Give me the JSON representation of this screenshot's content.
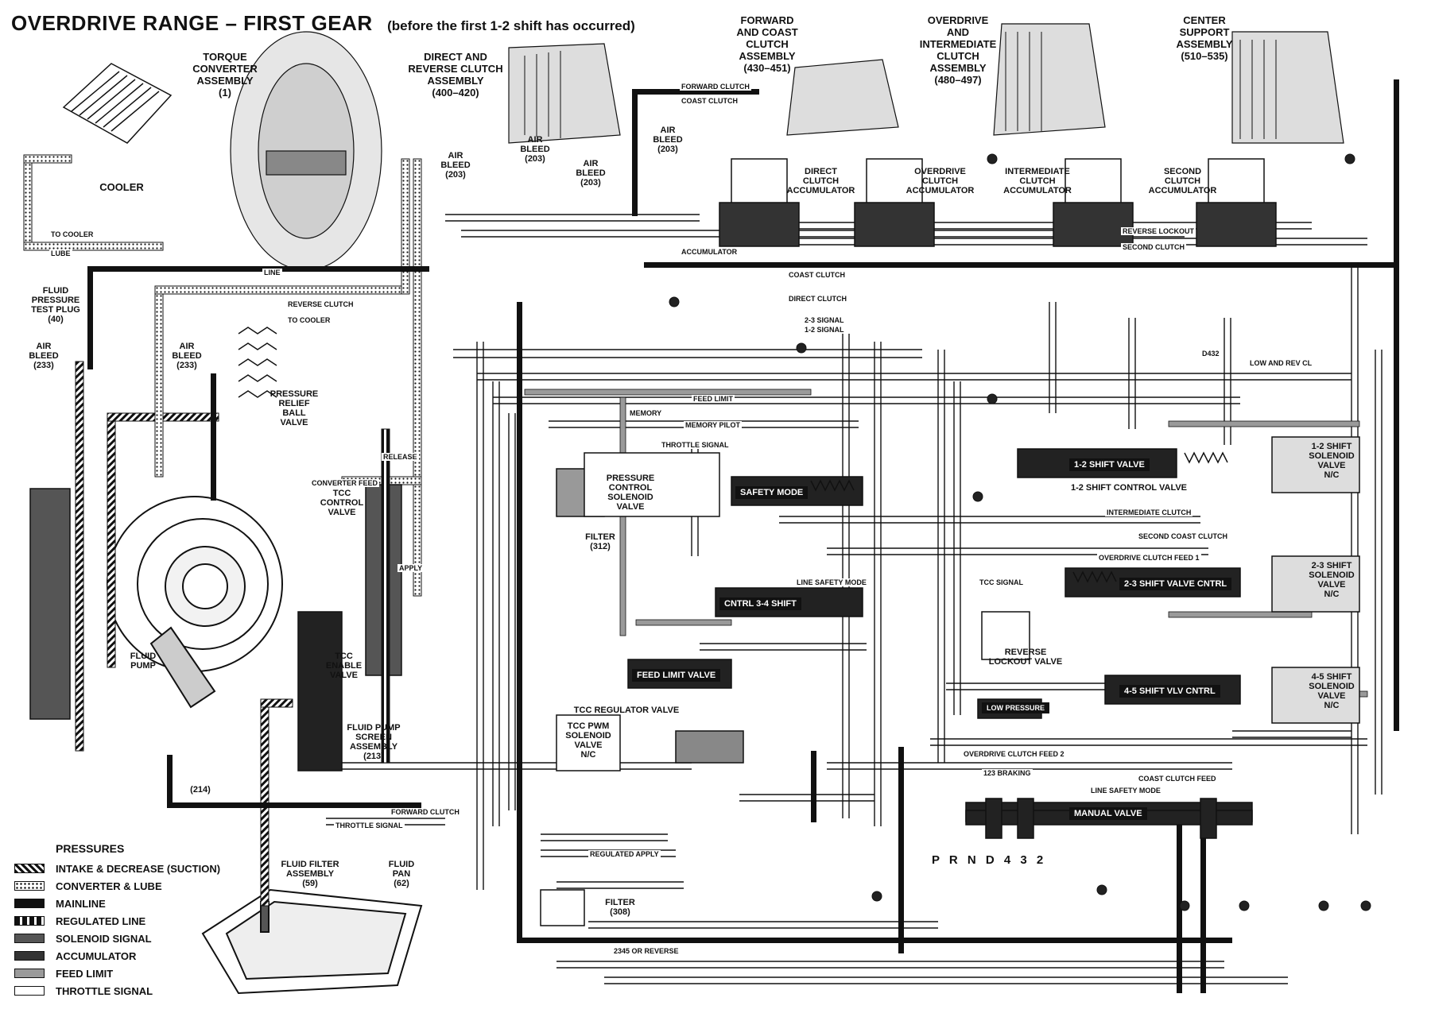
{
  "title": "OVERDRIVE RANGE – FIRST GEAR",
  "subtitle": "(before the first 1-2 shift has occurred)",
  "assemblies": {
    "torque_converter": "TORQUE\nCONVERTER\nASSEMBLY\n(1)",
    "direct_reverse": "DIRECT AND\nREVERSE CLUTCH\nASSEMBLY\n(400–420)",
    "forward_coast": "FORWARD\nAND COAST\nCLUTCH\nASSEMBLY\n(430–451)",
    "overdrive_intermediate": "OVERDRIVE\nAND\nINTERMEDIATE\nCLUTCH\nASSEMBLY\n(480–497)",
    "center_support": "CENTER\nSUPPORT\nASSEMBLY\n(510–535)",
    "cooler": "COOLER"
  },
  "components": {
    "fluid_pressure_test_plug": "FLUID\nPRESSURE\nTEST PLUG\n(40)",
    "air_bleed_233_left": "AIR\nBLEED\n(233)",
    "air_bleed_233_mid": "AIR\nBLEED\n(233)",
    "pressure_relief": "PRESSURE\nRELIEF\nBALL\nVALVE",
    "tcc_control_valve": "TCC\nCONTROL\nVALVE",
    "tcc_enable_valve": "TCC\nENABLE\nVALVE",
    "fluid_pump": "FLUID\nPUMP",
    "fluid_pump_screen": "FLUID PUMP\nSCREEN\nASSEMBLY\n(213)",
    "fluid_filter_assembly": "FLUID FILTER\nASSEMBLY\n(59)",
    "fluid_pan": "FLUID\nPAN\n(62)",
    "air_bleed_203_1": "AIR\nBLEED\n(203)",
    "air_bleed_203_2": "AIR\nBLEED\n(203)",
    "air_bleed_203_3": "AIR\nBLEED\n(203)",
    "air_bleed_203_4": "AIR\nBLEED\n(203)",
    "direct_accumulator": "DIRECT\nCLUTCH\nACCUMULATOR",
    "overdrive_accumulator": "OVERDRIVE\nCLUTCH\nACCUMULATOR",
    "intermediate_accumulator": "INTERMEDIATE\nCLUTCH\nACCUMULATOR",
    "second_accumulator": "SECOND\nCLUTCH\nACCUMULATOR",
    "pressure_control_solenoid": "PRESSURE\nCONTROL\nSOLENOID\nVALVE",
    "filter_312": "FILTER\n(312)",
    "filter_308": "FILTER\n(308)",
    "tcc_regulator_valve": "TCC REGULATOR VALVE",
    "tcc_pwm_solenoid": "TCC PWM\nSOLENOID\nVALVE\nN/C",
    "reverse_lockout_valve": "REVERSE\nLOCKOUT VALVE",
    "shift_12_solenoid": "1-2 SHIFT\nSOLENOID\nVALVE\nN/C",
    "shift_23_solenoid": "2-3 SHIFT\nSOLENOID\nVALVE\nN/C",
    "shift_45_solenoid": "4-5 SHIFT\nSOLENOID\nVALVE\nN/C",
    "pump_214": "(214)"
  },
  "valves": {
    "safety_mode": "SAFETY MODE",
    "shift_34": "CNTRL   3-4 SHIFT",
    "feed_limit": "FEED LIMIT VALVE",
    "shift_12": "1-2 SHIFT VALVE",
    "shift_12_control": "1-2 SHIFT CONTROL VALVE",
    "shift_23": "2-3 SHIFT VALVE   CNTRL",
    "shift_45": "4-5 SHIFT VLV   CNTRL",
    "manual": "MANUAL VALVE",
    "low_pressure": "LOW PRESSURE"
  },
  "gear_selector": "P R N D 4 3 2",
  "fluid_lines": [
    "LUBE",
    "TO COOLER",
    "LINE",
    "REVERSE CLUTCH",
    "TO COOLER",
    "FORWARD CLUTCH",
    "COAST CLUTCH",
    "DIRECT CLUTCH",
    "ACCUMULATOR",
    "COAST CLUTCH",
    "SECOND CLUTCH",
    "REVERSE LOCKOUT",
    "1-2 SIGNAL",
    "2-3 SIGNAL",
    "FEED LIMIT",
    "MEMORY",
    "MEMORY PILOT",
    "THROTTLE SIGNAL",
    "LINE SAFETY MODE",
    "INTERMEDIATE CLUTCH",
    "SECOND COAST CLUTCH",
    "OVERDRIVE CLUTCH FEED 1",
    "TCC SIGNAL",
    "REGULATED APPLY",
    "2345 OR REVERSE",
    "THROTTLE SIGNAL",
    "FORWARD CLUTCH",
    "LINE SAFETY MODE",
    "123 BRAKING",
    "OVERDRIVE CLUTCH FEED 2",
    "COAST CLUTCH FEED",
    "D432",
    "LOW AND REV CL",
    "CONVERTER FEED",
    "APPLY",
    "RELEASE"
  ],
  "legend": {
    "title": "PRESSURES",
    "items": [
      {
        "label": "INTAKE & DECREASE (SUCTION)",
        "pattern": "intake"
      },
      {
        "label": "CONVERTER & LUBE",
        "pattern": "conv"
      },
      {
        "label": "MAINLINE",
        "pattern": "main"
      },
      {
        "label": "REGULATED LINE",
        "pattern": "reg"
      },
      {
        "label": "SOLENOID SIGNAL",
        "pattern": "sol"
      },
      {
        "label": "ACCUMULATOR",
        "pattern": "acc"
      },
      {
        "label": "FEED LIMIT",
        "pattern": "feed"
      },
      {
        "label": "THROTTLE SIGNAL",
        "pattern": "thr"
      }
    ]
  },
  "colors": {
    "ink": "#111111",
    "paper": "#ffffff",
    "feed": "#9a9a9a",
    "solenoid": "#555555"
  }
}
